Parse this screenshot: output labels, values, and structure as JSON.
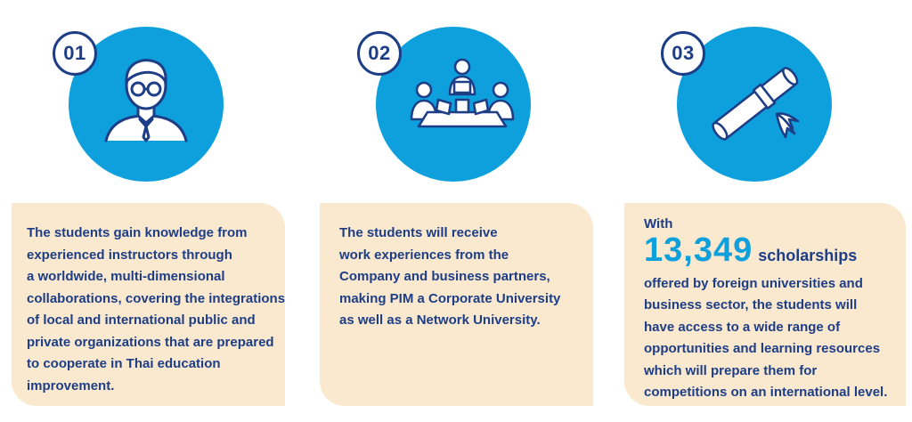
{
  "panels": [
    {
      "number": "01",
      "icon": "instructor-icon",
      "lines": [
        "The students gain knowledge from",
        "experienced instructors through",
        "a worldwide, multi-dimensional",
        "collaborations, covering the integrations",
        "of local and international public and",
        "private organizations that are prepared",
        "to cooperate in Thai education",
        "improvement."
      ]
    },
    {
      "number": "02",
      "icon": "meeting-icon",
      "lines": [
        "The students will receive",
        "work experiences from the",
        "Company and business partners,",
        "making PIM a Corporate University",
        "as well as a Network University."
      ]
    },
    {
      "number": "03",
      "icon": "diploma-icon",
      "with": "With",
      "highlight_number": "13,349",
      "highlight_word": "scholarships",
      "lines": [
        "offered by foreign universities and",
        "business sector, the students will",
        "have access to a wide range of",
        "opportunities and learning resources",
        "which will prepare them for",
        "competitions on an international level."
      ]
    }
  ],
  "colors": {
    "circle_blue": "#0ea0dc",
    "navy": "#1d3e86",
    "card_bg": "#fbe9cf"
  }
}
